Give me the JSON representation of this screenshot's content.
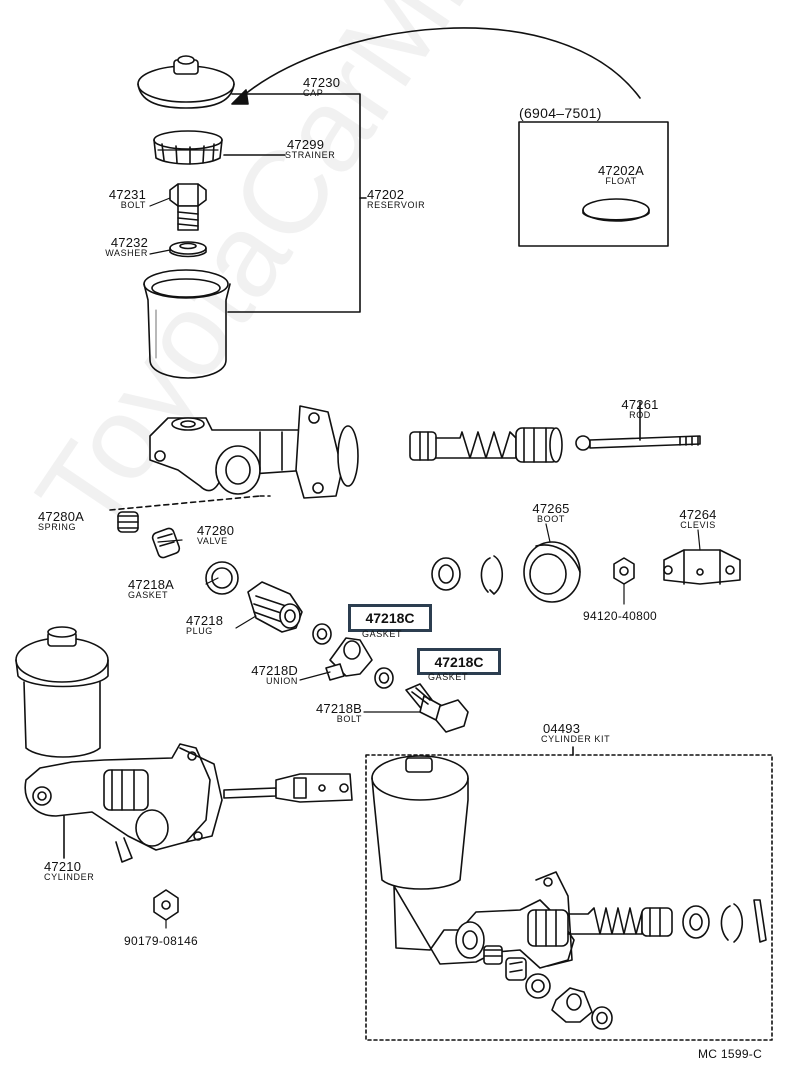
{
  "watermark": "ToyotaCarMine.ru",
  "diagram_code": "MC 1599-C",
  "date_range": "(6904–7501)",
  "kit": {
    "number": "04493",
    "name": "CYLINDER KIT"
  },
  "parts": {
    "cap": {
      "number": "47230",
      "name": "CAP"
    },
    "strainer": {
      "number": "47299",
      "name": "STRAINER"
    },
    "reservoir": {
      "number": "47202",
      "name": "RESERVOIR"
    },
    "bolt_top": {
      "number": "47231",
      "name": "BOLT"
    },
    "washer": {
      "number": "47232",
      "name": "WASHER"
    },
    "float": {
      "number": "47202A",
      "name": "FLOAT"
    },
    "rod": {
      "number": "47261",
      "name": "ROD"
    },
    "spring": {
      "number": "47280A",
      "name": "SPRING"
    },
    "valve": {
      "number": "47280",
      "name": "VALVE"
    },
    "boot": {
      "number": "47265",
      "name": "BOOT"
    },
    "clevis": {
      "number": "47264",
      "name": "CLEVIS"
    },
    "gasket_a": {
      "number": "47218A",
      "name": "GASKET"
    },
    "plug": {
      "number": "47218",
      "name": "PLUG"
    },
    "nut_clevis": {
      "number": "94120-40800"
    },
    "gasket_c1": {
      "number": "47218C",
      "name": "GASKET"
    },
    "gasket_c2": {
      "number": "47218C",
      "name": "GASKET"
    },
    "union": {
      "number": "47218D",
      "name": "UNION"
    },
    "bolt_b": {
      "number": "47218B",
      "name": "BOLT"
    },
    "cylinder": {
      "number": "47210",
      "name": "CYLINDER"
    },
    "nut_bottom": {
      "number": "90179-08146"
    }
  }
}
